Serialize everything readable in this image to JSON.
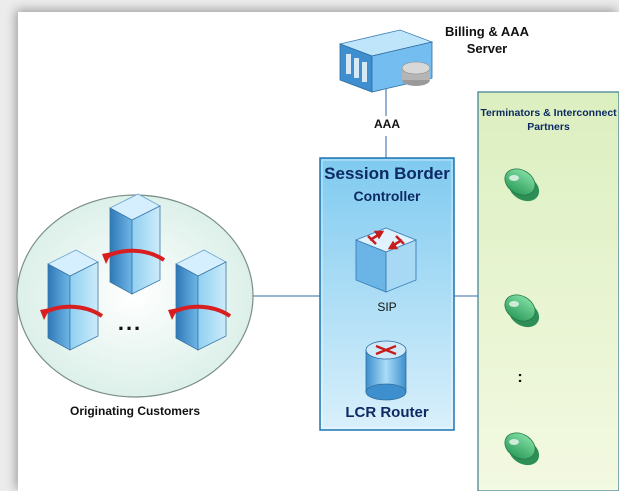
{
  "billing_server": {
    "label_line1": "Billing & AAA",
    "label_line2": "Server",
    "icon": "server-icon"
  },
  "aaa_link": {
    "label": "AAA"
  },
  "sbc": {
    "title": "Session Border",
    "subtitle": "Controller",
    "switch_icon": "switch-icon",
    "sip_label": "SIP",
    "router_icon": "router-icon",
    "router_label": "LCR Router"
  },
  "originating": {
    "label": "Originating Customers",
    "ellipsis": "...",
    "icon": "customer-server-icon"
  },
  "terminators": {
    "label_line1": "Terminators & Interconnect",
    "label_line2": "Partners",
    "ellipsis": ":",
    "icon": "gateway-icon"
  },
  "colors": {
    "sbc_fill": "#a9dcf5",
    "sbc_border": "#1d75b3",
    "customer_ellipse": "#dff2e8",
    "partners_fill": "#dff2b8",
    "gateway_green": "#3cb371",
    "arrow_red": "#d81e1e",
    "link_blue": "#5b8ab6"
  }
}
